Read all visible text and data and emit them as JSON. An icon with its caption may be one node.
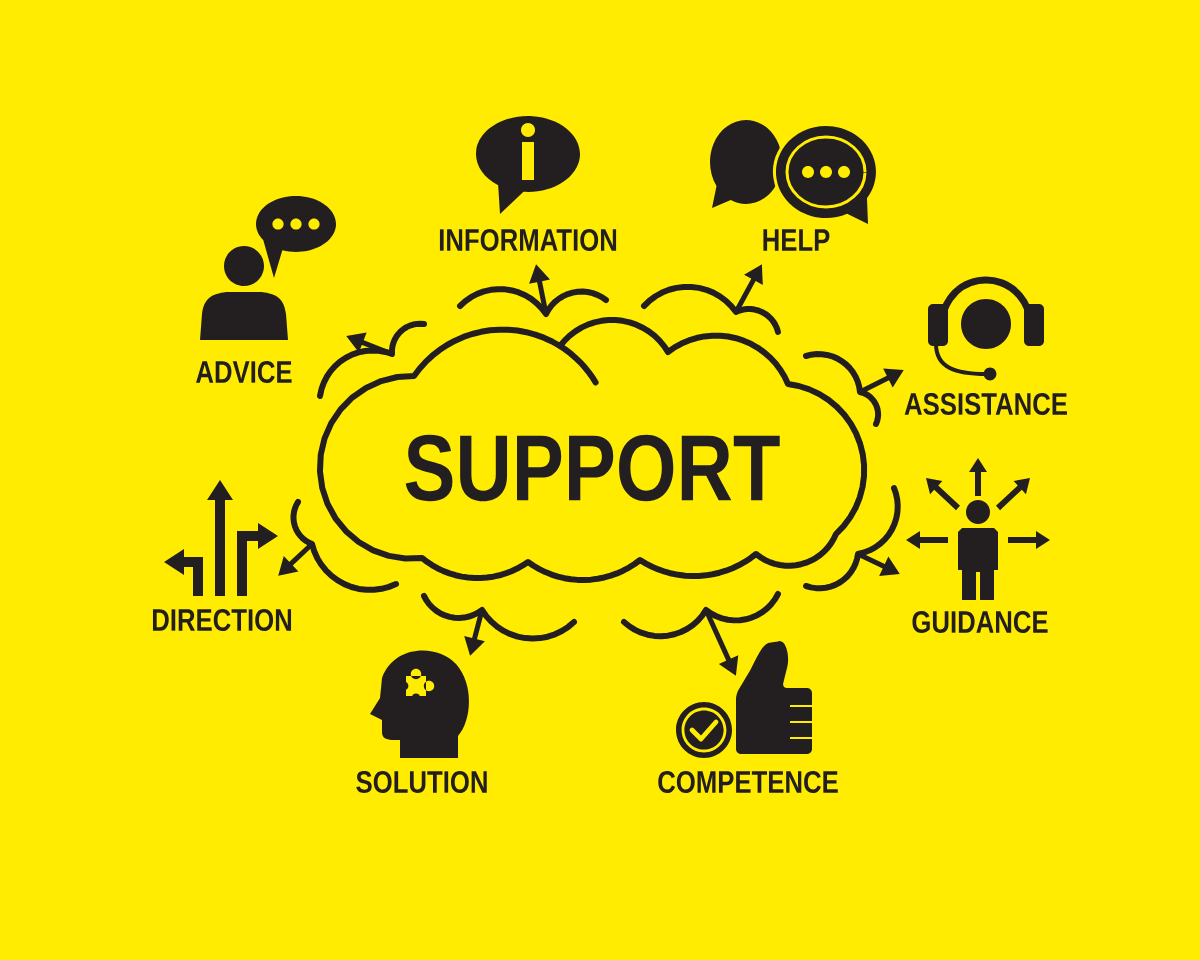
{
  "diagram": {
    "nodes": [
      {
        "text": [
          "SUPPORT"
        ]
      },
      {
        "text": [
          "INFORMATION"
        ]
      },
      {
        "text": [
          "HELP"
        ]
      },
      {
        "text": [
          "ADVICE"
        ]
      },
      {
        "text": [
          "ASSISTANCE"
        ]
      },
      {
        "text": [
          "DIRECTION"
        ]
      },
      {
        "text": [
          "GUIDANCE"
        ]
      },
      {
        "text": [
          "SOLUTION"
        ]
      },
      {
        "text": [
          "COMPETENCE"
        ]
      }
    ],
    "edges": [
      {
        "from": 0,
        "to": 1,
        "arrow": "to"
      },
      {
        "from": 0,
        "to": 2,
        "arrow": "to"
      },
      {
        "from": 0,
        "to": 3,
        "arrow": "to"
      },
      {
        "from": 0,
        "to": 4,
        "arrow": "to"
      },
      {
        "from": 0,
        "to": 5,
        "arrow": "to"
      },
      {
        "from": 0,
        "to": 6,
        "arrow": "to"
      },
      {
        "from": 0,
        "to": 7,
        "arrow": "to"
      },
      {
        "from": 0,
        "to": 8,
        "arrow": "to"
      }
    ]
  }
}
